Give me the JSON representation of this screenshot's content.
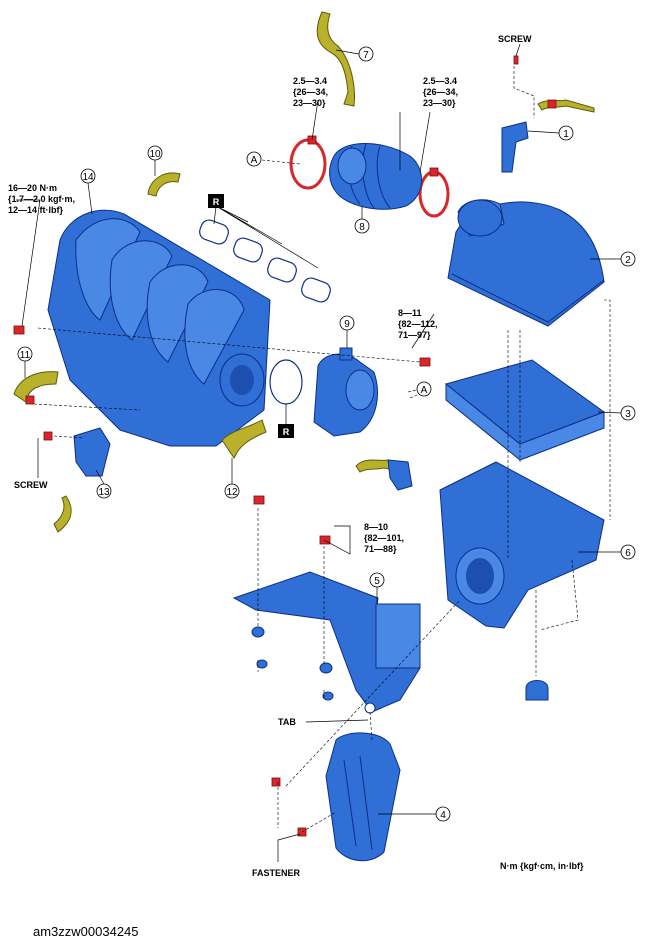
{
  "torques": {
    "t1": [
      "2.5—3.4",
      "{26—34,",
      "23—30}"
    ],
    "t2": [
      "2.5—3.4",
      "{26—34,",
      "23—30}"
    ],
    "t3": [
      "16—20 N·m",
      "{1.7—2.0 kgf·m,",
      "12—14 ft·lbf}"
    ],
    "t4": [
      "8—11",
      "{82—112,",
      "71—97}"
    ],
    "t5": [
      "8—10",
      "{82—101,",
      "71—88}"
    ]
  },
  "labels": {
    "screw_top": "SCREW",
    "screw_left": "SCREW",
    "tab": "TAB",
    "fastener": "FASTENER",
    "unit": "N·m {kgf·cm, in·lbf}",
    "ref_a": "A",
    "replace": "R"
  },
  "callouts": [
    "1",
    "2",
    "3",
    "4",
    "5",
    "6",
    "7",
    "8",
    "9",
    "10",
    "11",
    "12",
    "13",
    "14"
  ],
  "footer": "am3zzw00034245",
  "colors": {
    "part": "#2f6fd6",
    "hose": "#b9b12a",
    "fastener": "#d9262b"
  }
}
